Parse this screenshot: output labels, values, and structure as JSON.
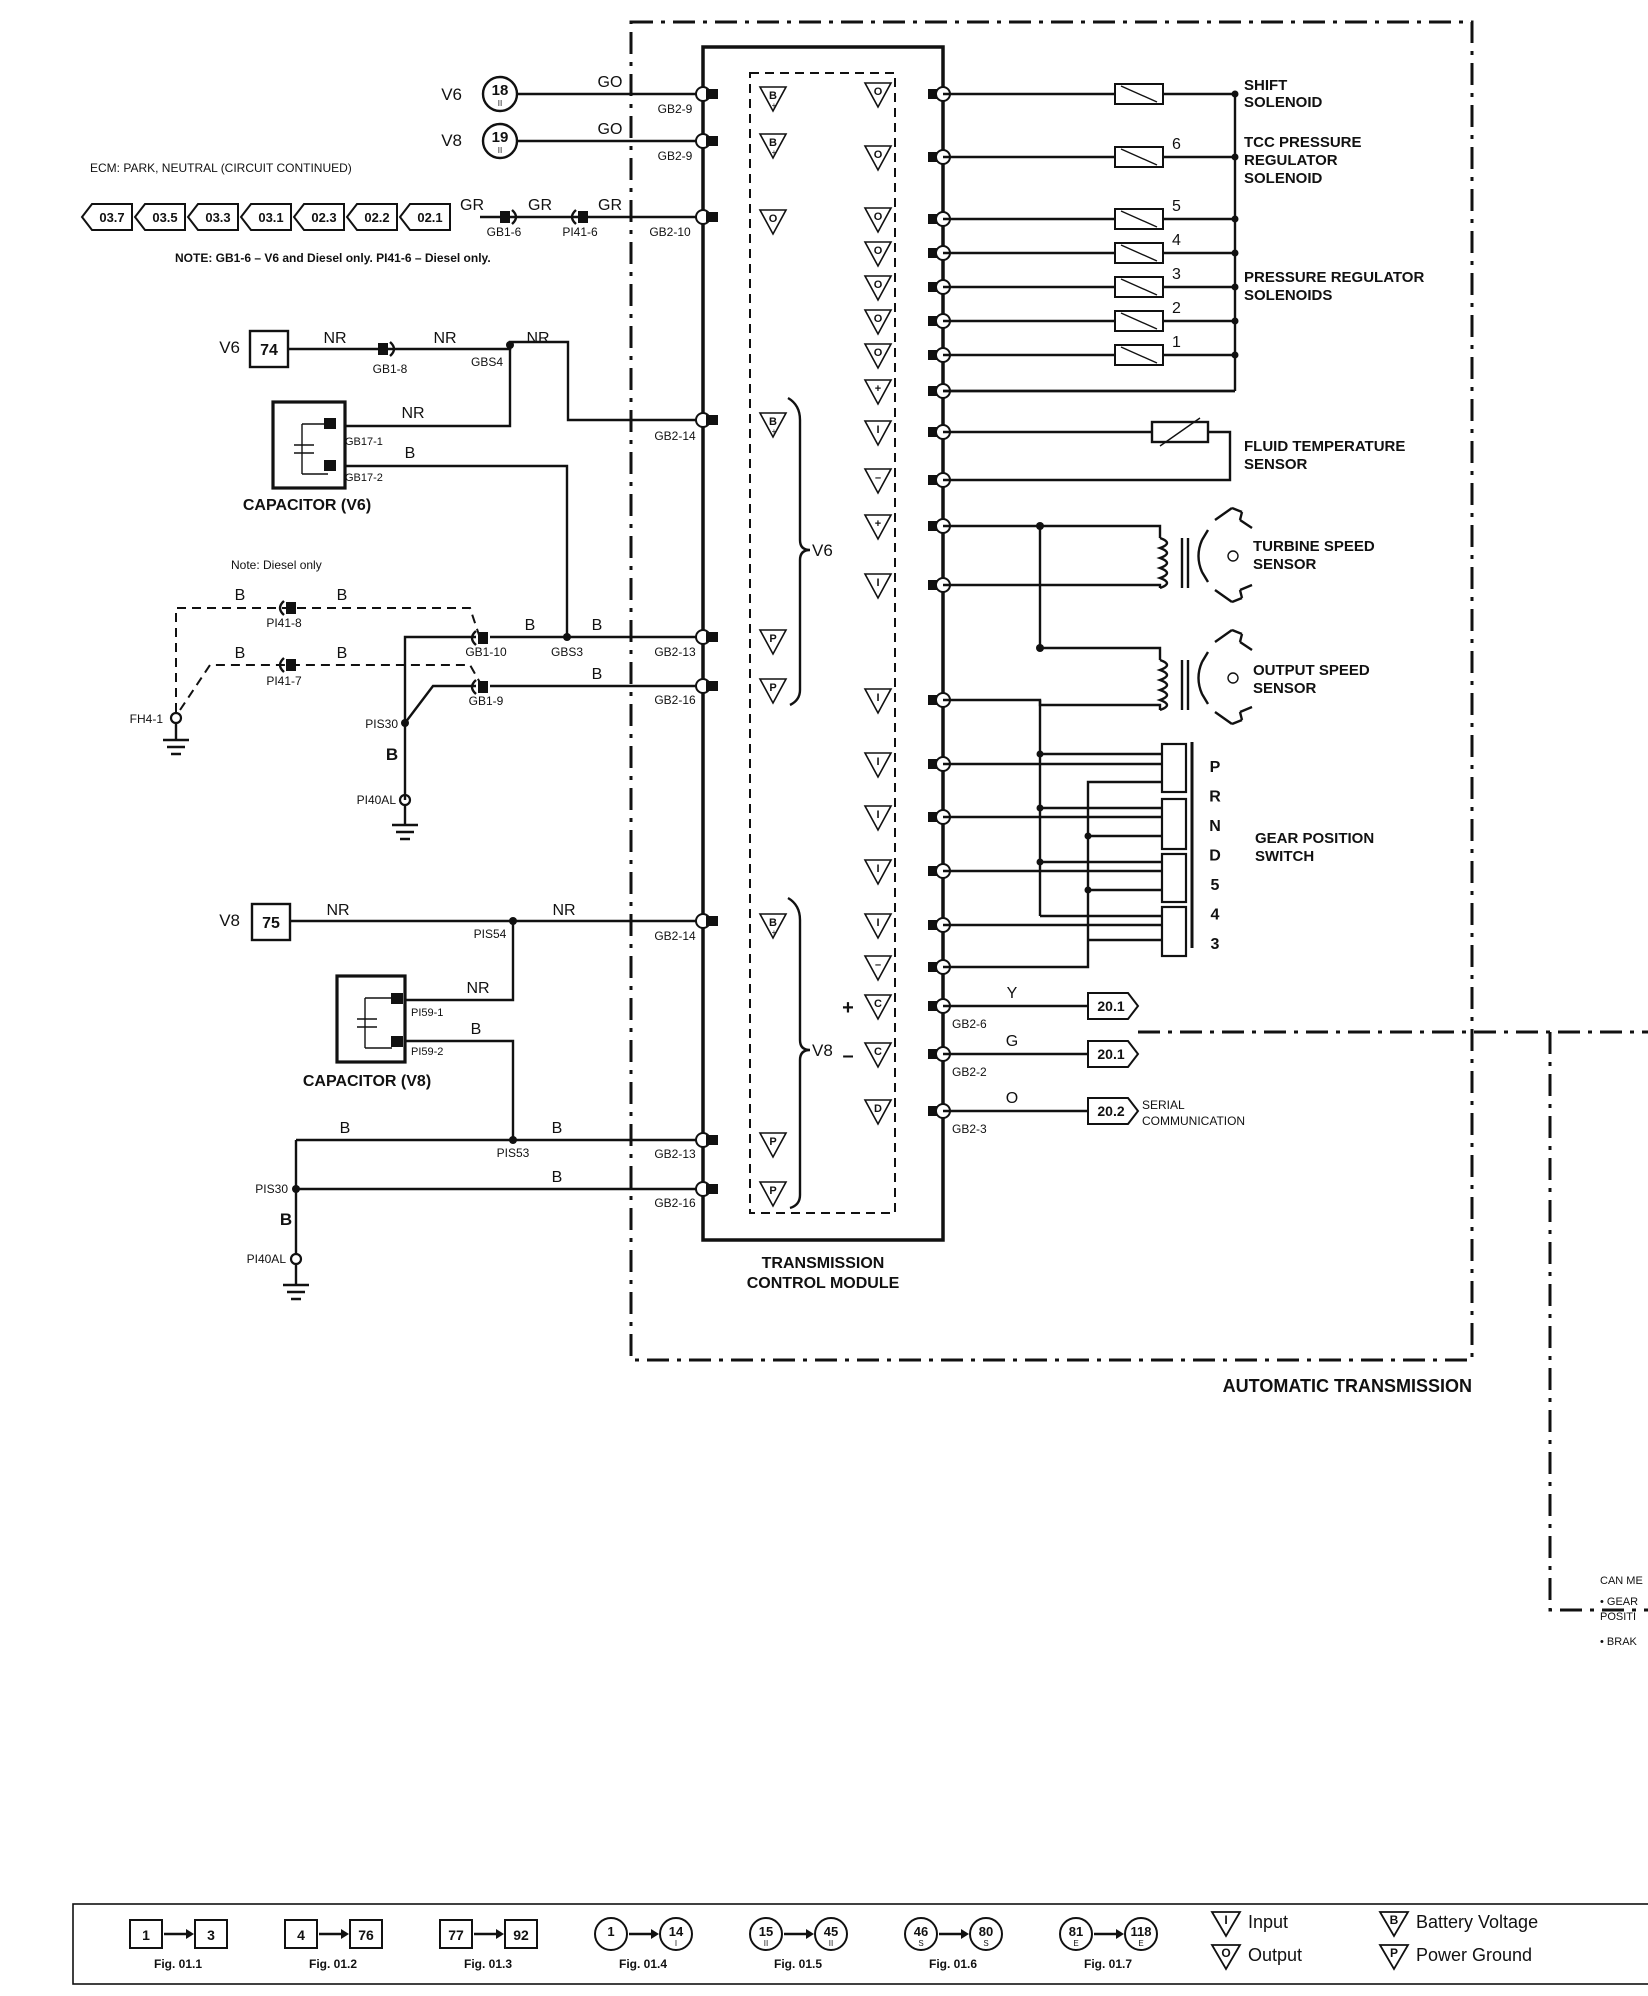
{
  "module": {
    "title_line1": "TRANSMISSION",
    "title_line2": "CONTROL MODULE"
  },
  "enclosure_label": "AUTOMATIC TRANSMISSION",
  "inputs_top": [
    {
      "engine": "V6",
      "ref": "18",
      "sub": "II",
      "wire": "GO",
      "pin": "GB2-9",
      "symbol": "B+"
    },
    {
      "engine": "V8",
      "ref": "19",
      "sub": "II",
      "wire": "GO",
      "pin": "GB2-9",
      "symbol": "B+"
    }
  ],
  "ecm": {
    "note_title": "ECM: PARK, NEUTRAL (CIRCUIT CONTINUED)",
    "refs": [
      "03.7",
      "03.5",
      "03.3",
      "03.1",
      "02.3",
      "02.2",
      "02.1"
    ],
    "wire": "GR",
    "connector1": "GB1-6",
    "connector2": "PI41-6",
    "pin": "GB2-10",
    "note": "NOTE: GB1-6 – V6 and Diesel only. PI41-6 – Diesel only."
  },
  "v6_power": {
    "engine": "V6",
    "ref": "74",
    "wire": "NR",
    "conn": "GB1-8",
    "splice": "GBS4",
    "pin": "GB2-14"
  },
  "capacitor_v6": {
    "label": "CAPACITOR (V6)",
    "pin1": "GB17-1",
    "pin2": "GB17-2",
    "wire1": "NR",
    "wire2": "B"
  },
  "diesel_note": "Note: Diesel only",
  "ground_v6": {
    "pi41_8": "PI41-8",
    "pi41_7": "PI41-7",
    "fh4": "FH4-1",
    "gb1_10": "GB1-10",
    "gb1_9": "GB1-9",
    "gbs3": "GBS3",
    "pis30": "PIS30",
    "pi40al": "PI40AL",
    "wire": "B",
    "pin13": "GB2-13",
    "pin16": "GB2-16"
  },
  "v6_label": "V6",
  "v8_label": "V8",
  "v8_power": {
    "engine": "V8",
    "ref": "75",
    "wire": "NR",
    "splice": "PIS54",
    "pin": "GB2-14"
  },
  "capacitor_v8": {
    "label": "CAPACITOR (V8)",
    "pin1": "PI59-1",
    "pin2": "PI59-2",
    "wire1": "NR",
    "wire2": "B"
  },
  "ground_v8": {
    "pis53": "PIS53",
    "pis30": "PIS30",
    "pi40al": "PI40AL",
    "wire": "B",
    "pin13": "GB2-13",
    "pin16": "GB2-16"
  },
  "solenoids": {
    "shift": [
      "SHIFT",
      "SOLENOID"
    ],
    "tcc": [
      "TCC PRESSURE",
      "REGULATOR",
      "SOLENOID"
    ],
    "pressure": [
      "PRESSURE REGULATOR",
      "SOLENOIDS"
    ],
    "numbers": [
      "6",
      "5",
      "4",
      "3",
      "2",
      "1"
    ]
  },
  "sensors": {
    "fluid": [
      "FLUID TEMPERATURE",
      "SENSOR"
    ],
    "turbine": [
      "TURBINE SPEED",
      "SENSOR"
    ],
    "output": [
      "OUTPUT SPEED",
      "SENSOR"
    ]
  },
  "gear_switch": {
    "label": [
      "GEAR POSITION",
      "SWITCH"
    ],
    "positions": [
      "P",
      "R",
      "N",
      "D",
      "5",
      "4",
      "3"
    ]
  },
  "can": {
    "lines": [
      {
        "wire": "Y",
        "pin": "GB2-6",
        "ref": "20.1",
        "sign": "+",
        "symbol": "C"
      },
      {
        "wire": "G",
        "pin": "GB2-2",
        "ref": "20.1",
        "sign": "–",
        "symbol": "C"
      },
      {
        "wire": "O",
        "pin": "GB2-3",
        "ref": "20.2",
        "sign": "",
        "symbol": "D"
      }
    ],
    "serial": [
      "SERIAL",
      "COMMUNICATION"
    ],
    "side_note": [
      "CAN ME",
      "• GEAR",
      "POSITI",
      "• BRAK"
    ]
  },
  "legend": {
    "figs": [
      {
        "from": "1",
        "to": "3",
        "fig": "Fig. 01.1",
        "shape": "box"
      },
      {
        "from": "4",
        "to": "76",
        "fig": "Fig. 01.2",
        "shape": "box"
      },
      {
        "from": "77",
        "to": "92",
        "fig": "Fig. 01.3",
        "shape": "box"
      },
      {
        "from": "1",
        "to": "14",
        "fig": "Fig. 01.4",
        "shape": "circle",
        "sub_from": "",
        "sub_to": "I"
      },
      {
        "from": "15",
        "to": "45",
        "fig": "Fig. 01.5",
        "shape": "circle",
        "sub_from": "II",
        "sub_to": "II"
      },
      {
        "from": "46",
        "to": "80",
        "fig": "Fig. 01.6",
        "shape": "circle",
        "sub_from": "S",
        "sub_to": "S"
      },
      {
        "from": "81",
        "to": "118",
        "fig": "Fig. 01.7",
        "shape": "circle",
        "sub_from": "E",
        "sub_to": "E"
      }
    ],
    "symbols": [
      {
        "letter": "I",
        "label": "Input"
      },
      {
        "letter": "O",
        "label": "Output"
      },
      {
        "letter": "B",
        "label": "Battery Voltage"
      },
      {
        "letter": "P",
        "label": "Power Ground"
      }
    ]
  }
}
